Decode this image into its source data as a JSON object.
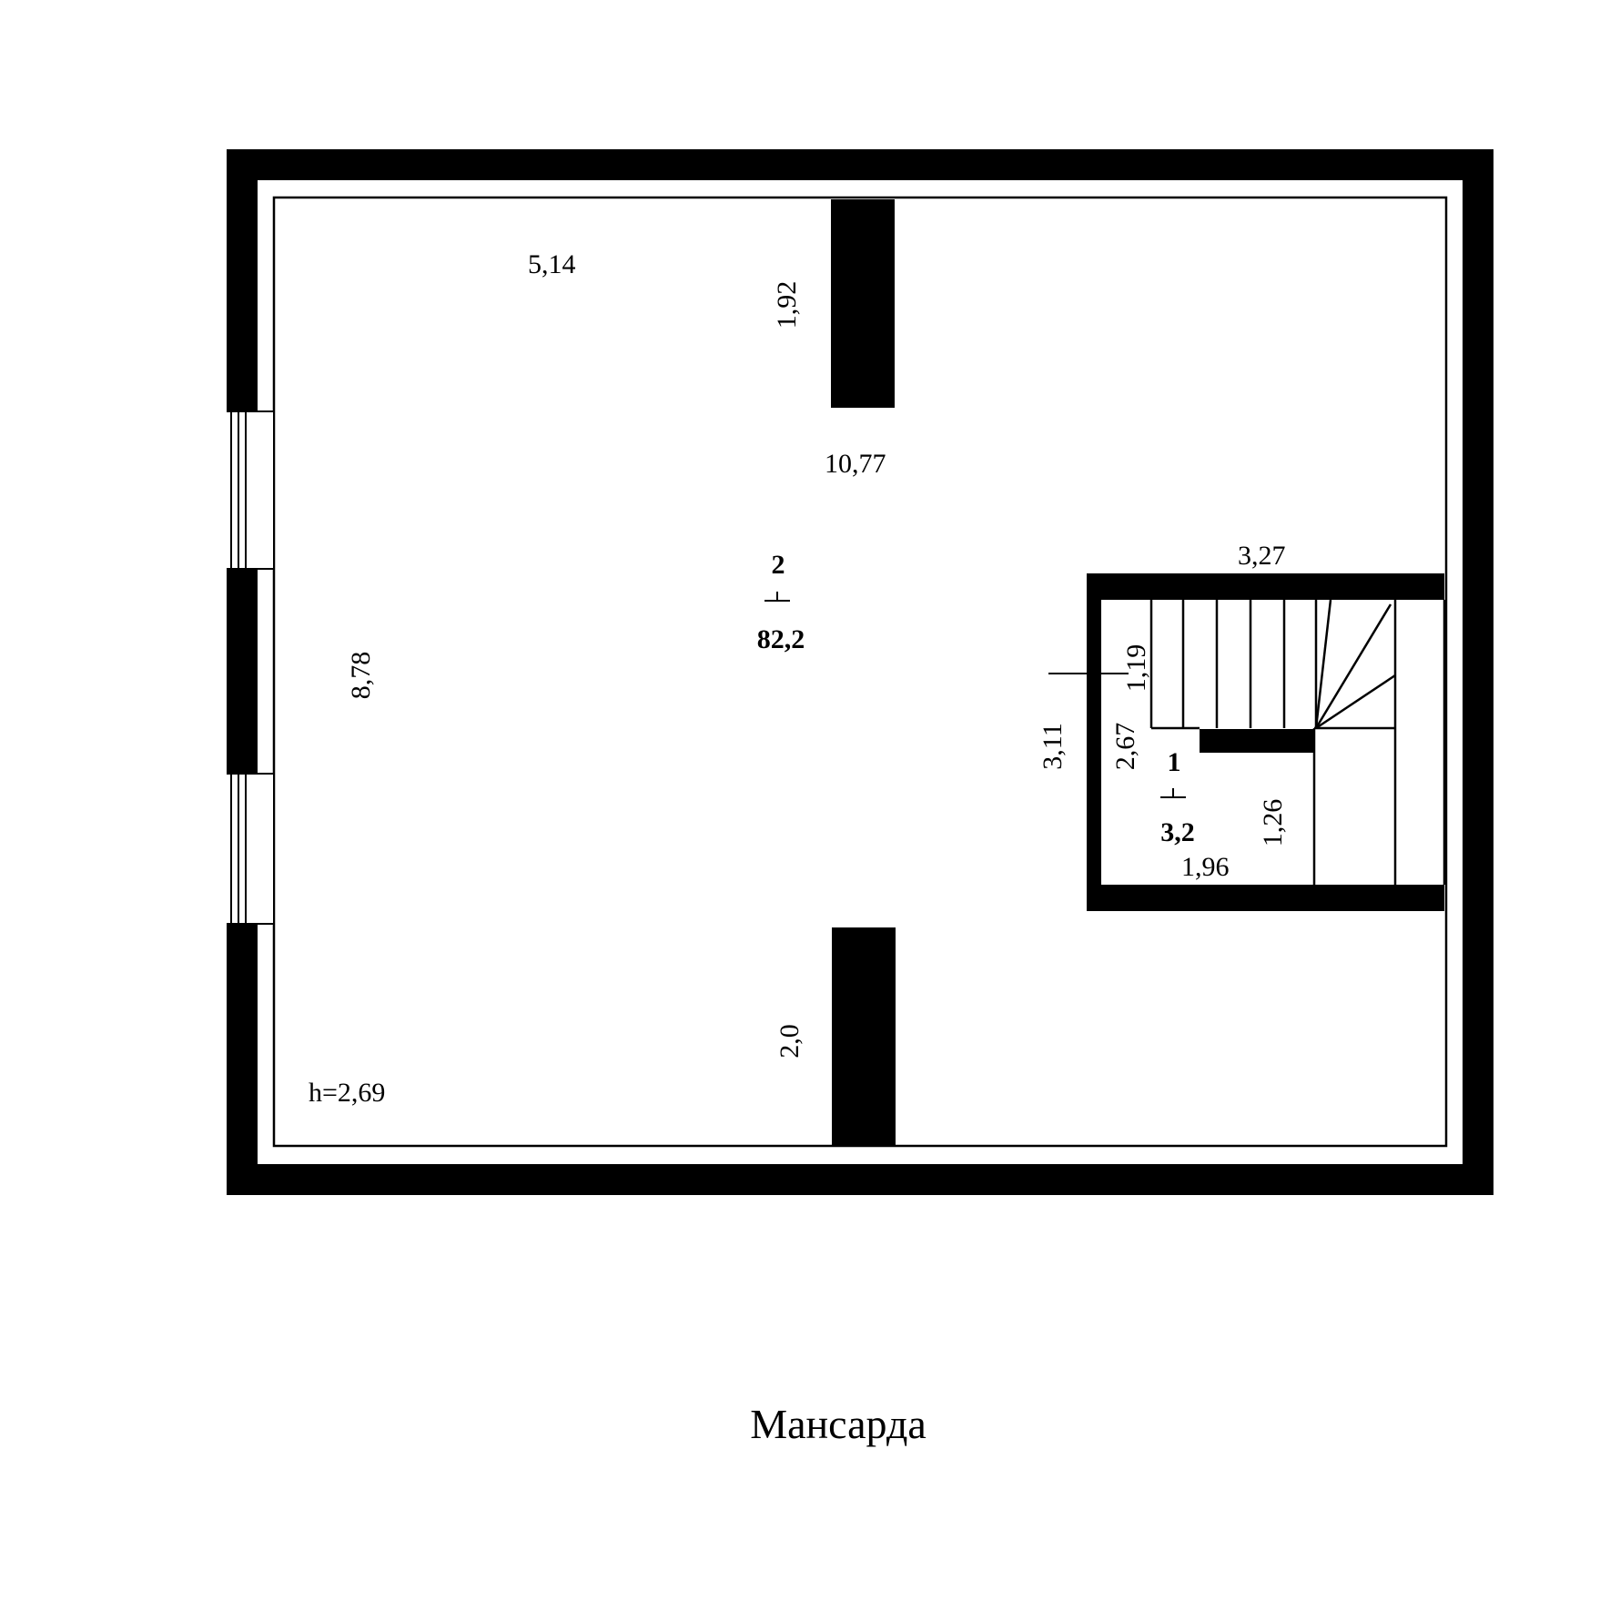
{
  "caption": "Мансарда",
  "colors": {
    "ink": "#000000",
    "paper": "#ffffff"
  },
  "rooms": {
    "room2": {
      "number": "2",
      "area": "82,2"
    },
    "room1": {
      "number": "1",
      "area": "3,2"
    }
  },
  "dimensions": {
    "top_left_width": "5,14",
    "partition_top_length": "1,92",
    "overall_width": "10,77",
    "stair_block_width": "3,27",
    "left_height": "8,78",
    "stair_block_height": "3,11",
    "stair_inner_height": "2,67",
    "stair_flight": "1,19",
    "room1_height": "1,26",
    "room1_width": "1,96",
    "partition_bottom_length": "2,0",
    "ceiling_height": "h=2,69"
  }
}
